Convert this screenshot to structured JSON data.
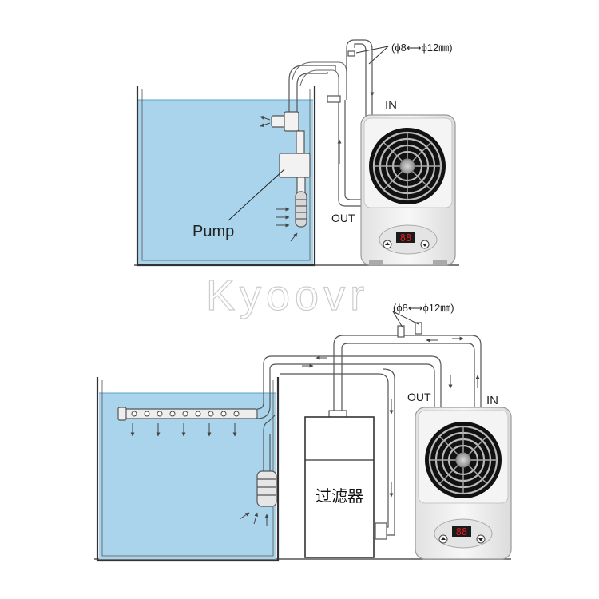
{
  "diagram_top": {
    "spec_label": "(ϕ8⟷ϕ12㎜)",
    "in_label": "IN",
    "out_label": "OUT",
    "pump_label": "Pump",
    "display_value": "88"
  },
  "diagram_bottom": {
    "spec_label": "(ϕ8⟷ϕ12㎜)",
    "in_label": "IN",
    "out_label": "OUT",
    "filter_label": "过滤器",
    "display_value": "88"
  },
  "watermark": "Kyoovr",
  "colors": {
    "water": "#a9d4ec",
    "water_line": "#6aaed6",
    "tank_outline": "#333333",
    "chiller_body": "#eeeeee",
    "display_digits": "#e11d1d"
  }
}
